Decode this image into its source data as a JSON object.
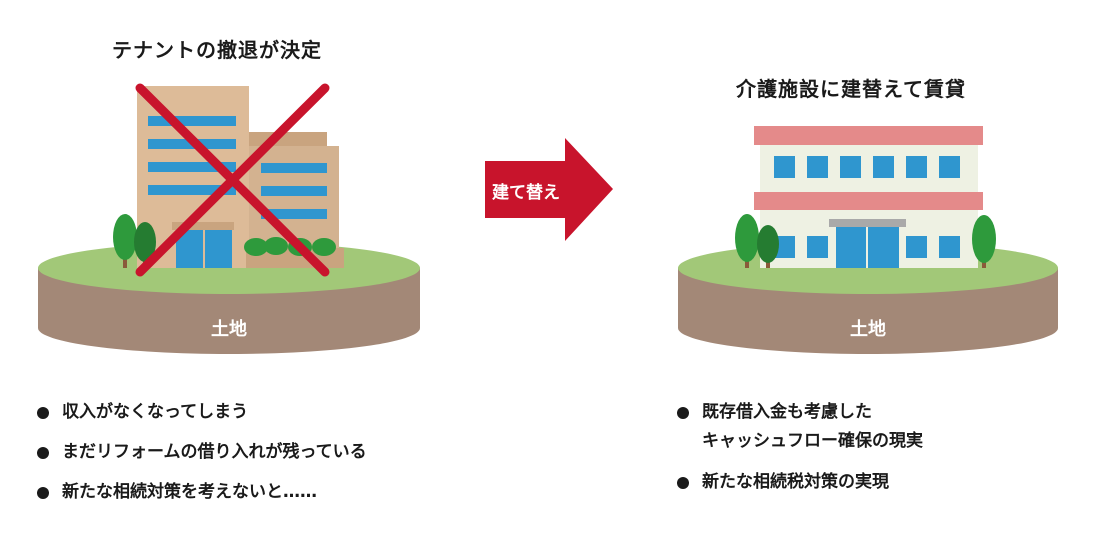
{
  "left": {
    "title": "テナントの撤退が決定",
    "land_label": "土地",
    "bullets": [
      "収入がなくなってしまう",
      "まだリフォームの借り入れが残っている",
      "新たな相続対策を考えないと……"
    ]
  },
  "arrow": {
    "label": "建て替え"
  },
  "right": {
    "title": "介護施設に建替えて賃貸",
    "land_label": "土地",
    "bullets": [
      "既存借入金も考慮した\nキャッシュフロー確保の現実",
      "新たな相続税対策の実現"
    ]
  },
  "colors": {
    "accent_red": "#c8142c",
    "grass": "#a2c878",
    "soil": "#a38877",
    "building_tan": "#ddbb98",
    "window_blue": "#2f96cf",
    "roof_pink": "#e48a8a",
    "tree_green": "#2e9a3c"
  }
}
